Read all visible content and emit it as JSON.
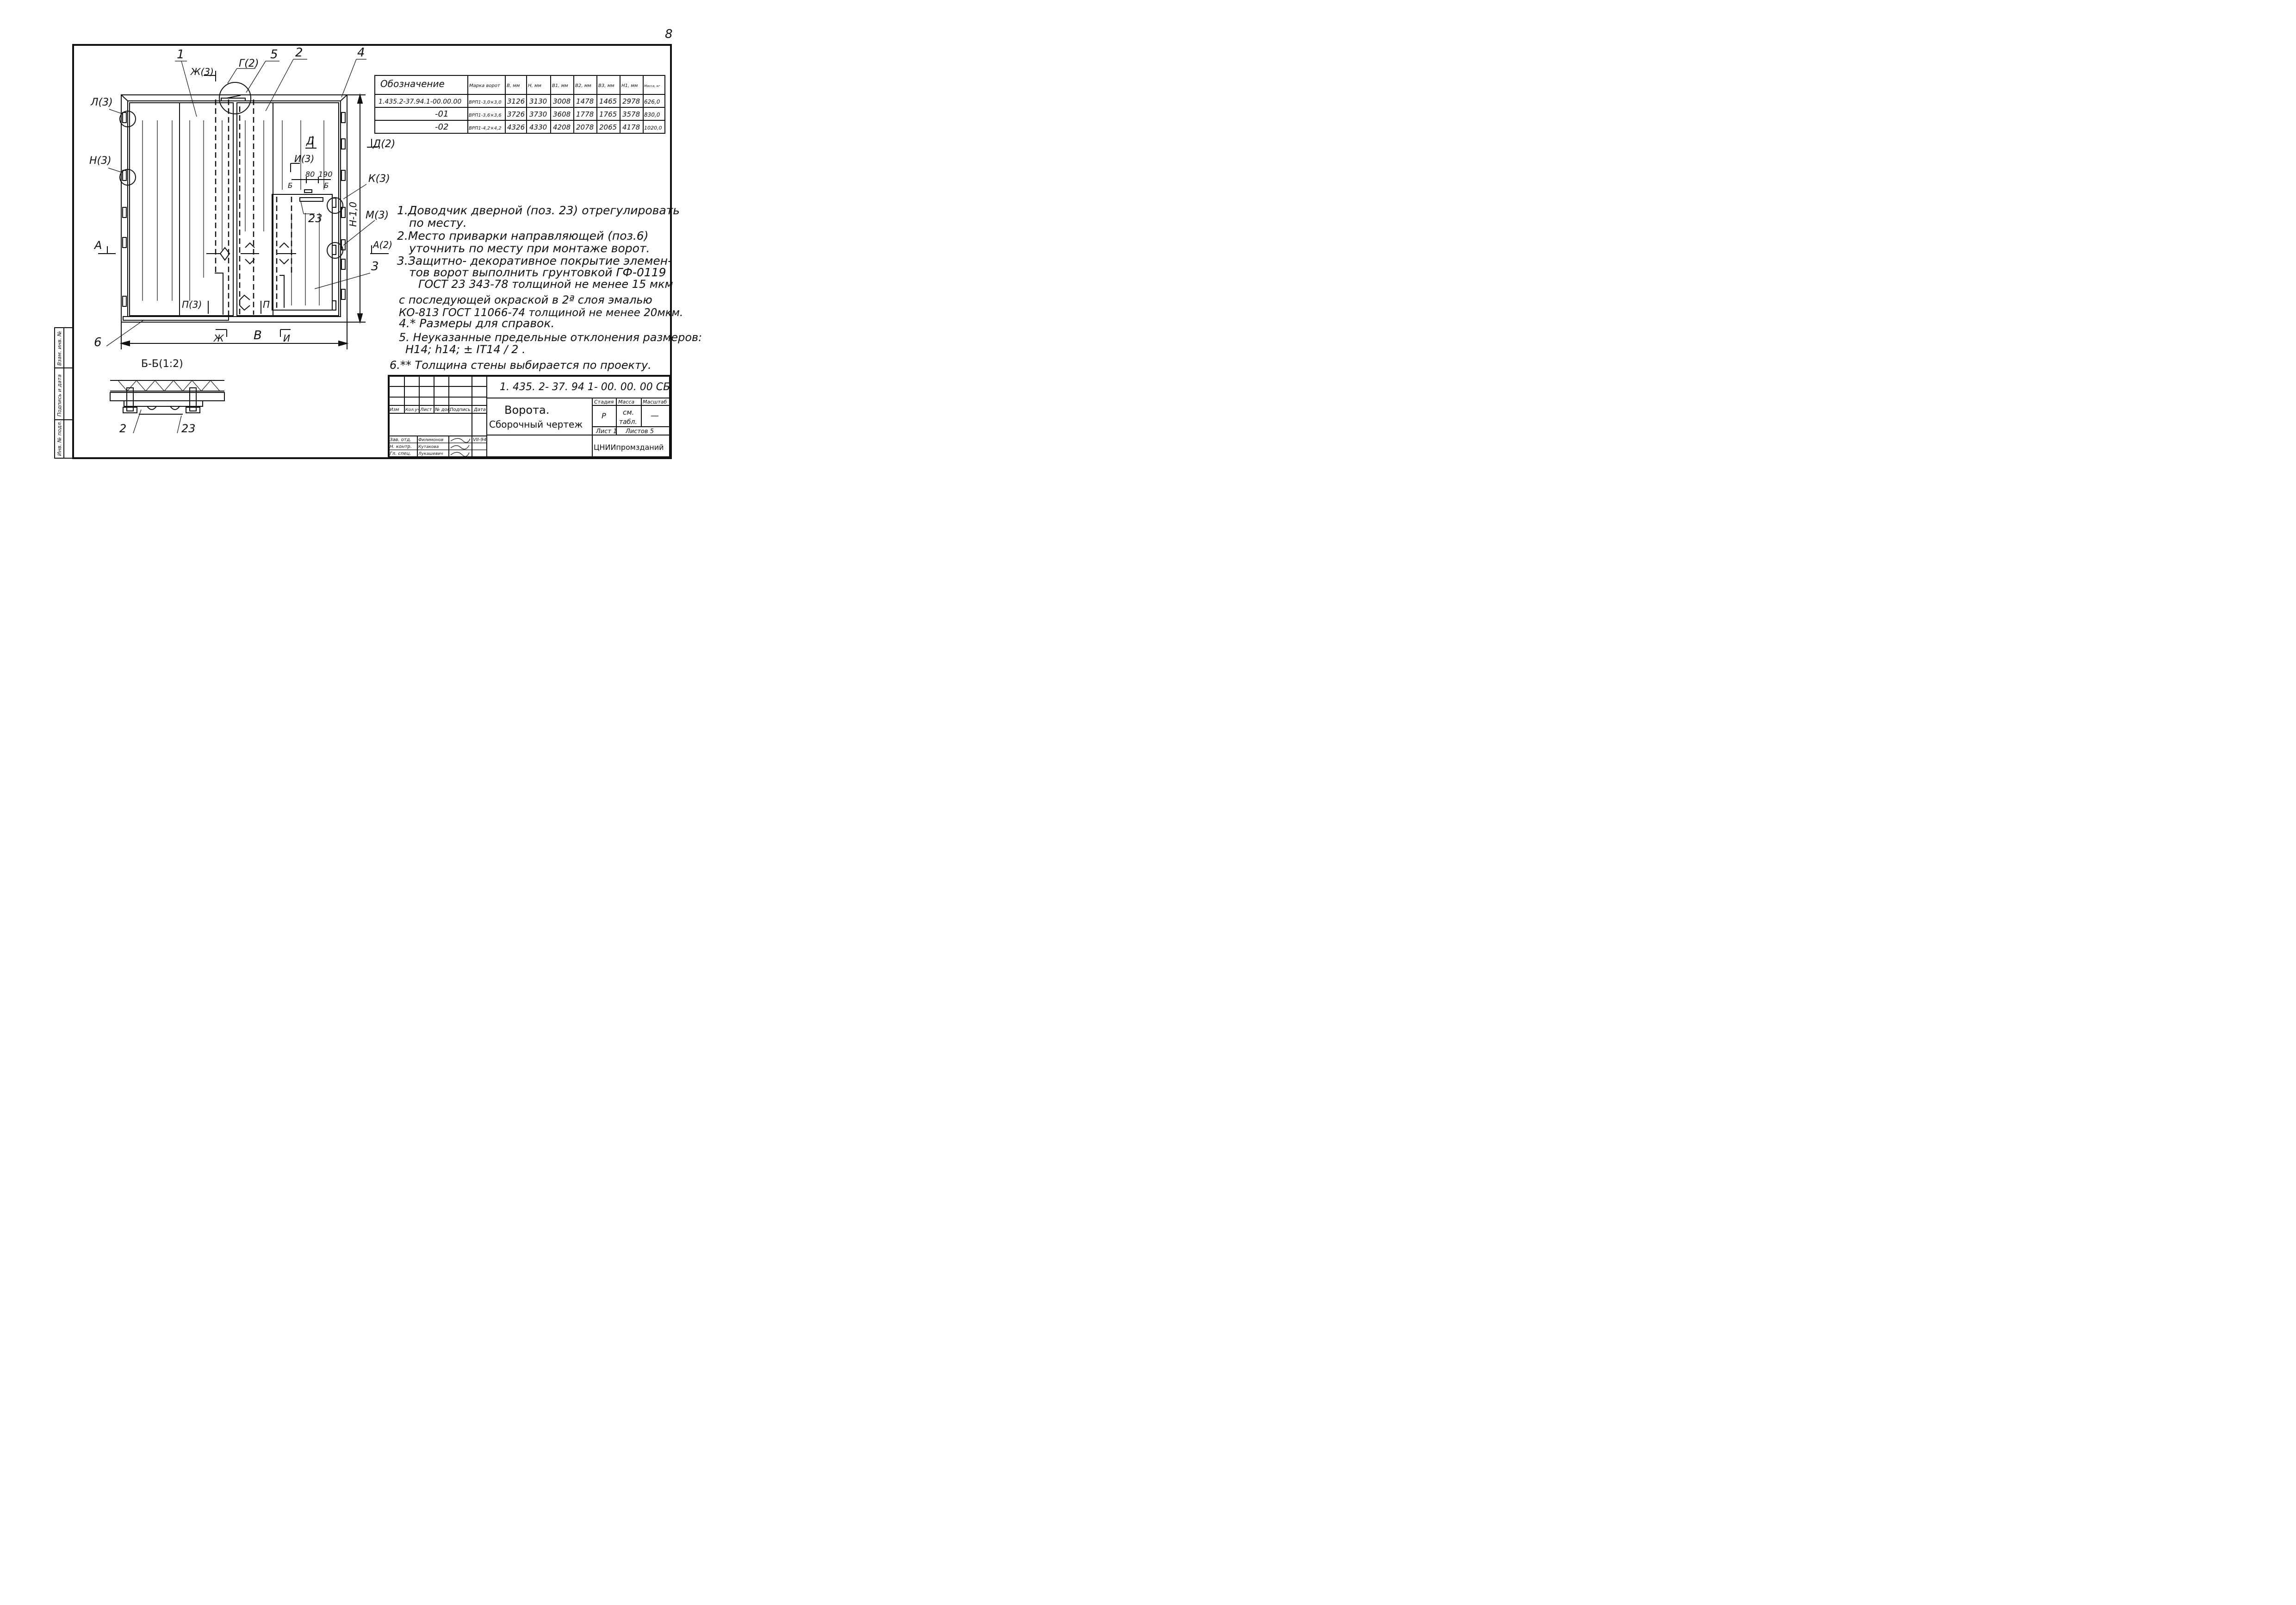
{
  "page_number": "8",
  "spec_table": {
    "headers": [
      "Обозначение",
      "Марка ворот",
      "B, мм",
      "H, мм",
      "B1, мм",
      "B2, мм",
      "B3, мм",
      "H1, мм",
      "Масса, кг"
    ],
    "rows": [
      [
        "1.435.2-37.94.1-00.00.00",
        "ВРП1-3,0×3,0",
        "3126",
        "3130",
        "3008",
        "1478",
        "1465",
        "2978",
        "626,0"
      ],
      [
        "-01",
        "ВРП1-3,6×3,6",
        "3726",
        "3730",
        "3608",
        "1778",
        "1765",
        "3578",
        "830,0"
      ],
      [
        "-02",
        "ВРП1-4,2×4,2",
        "4326",
        "4330",
        "4208",
        "2078",
        "2065",
        "4178",
        "1020,0"
      ]
    ]
  },
  "callouts": {
    "pos1": "1",
    "pos2": "2",
    "pos3": "3",
    "pos4": "4",
    "pos5": "5",
    "pos6": "6",
    "pos23": "23",
    "L3": "Л(3)",
    "N3": "Н(3)",
    "Zh3": "Ж(3)",
    "G2": "Г(2)",
    "D2": "Д(2)",
    "I3": "И(3)",
    "K3": "К(3)",
    "M3": "М(3)",
    "A": "А",
    "A2": "А(2)",
    "P3": "П(3)",
    "P": "П",
    "D": "Д",
    "Zh": "Ж",
    "I": "И",
    "B": "В",
    "H10": "Н-1,0",
    "dim80": "80",
    "dim190": "190",
    "secB": "Б",
    "section_title": "Б-Б(1:2)",
    "sec_pos2": "2",
    "sec_pos23": "23"
  },
  "notes": [
    "1.Доводчик дверной (поз. 23) отрегулировать",
    "по месту.",
    "2.Место приварки направляющей (поз.6)",
    "уточнить по месту при монтаже ворот.",
    "3.Защитно- декоративное покрытие элемен-",
    "тов ворот выполнить грунтовкой ГФ-0119",
    "ГОСТ 23 343-78 толщиной не менее 15 мкм",
    "с последующей окраской в 2ª слоя эмалью",
    "КО-813 ГОСТ 11066-74 толщиной не менее 20мкм.",
    "4.* Размеры для справок.",
    "5. Неуказанные предельные отклонения размеров:",
    "Н14; h14; ± IT14 / 2 .",
    "6.** Толщина стены выбирается по проекту."
  ],
  "title_block": {
    "designation": "1. 435. 2- 37. 94 1- 00. 00. 00 СБ",
    "name1": "Ворота.",
    "name2": "Сборочный чертеж",
    "stage_label": "Стадия",
    "mass_label": "Масса",
    "scale_label": "Масштаб",
    "stage": "Р",
    "mass1": "см.",
    "mass2": "табл.",
    "scale": "—",
    "sheet": "Лист 1",
    "sheets": "Листов 5",
    "org": "ЦНИИпромзданий",
    "cols": [
      "Изм",
      "Кол.уч",
      "Лист",
      "№ док.",
      "Подпись",
      "Дата"
    ],
    "roles": [
      "Зав. отд.",
      "Н. контр.",
      "Гл. спец."
    ],
    "names": [
      "Филимонов",
      "Кутакова",
      "Лукашевич"
    ],
    "date": "VII-94"
  },
  "side_stamp": [
    "Инв. № подл.",
    "Подпись и дата",
    "Взам. инв. №"
  ]
}
